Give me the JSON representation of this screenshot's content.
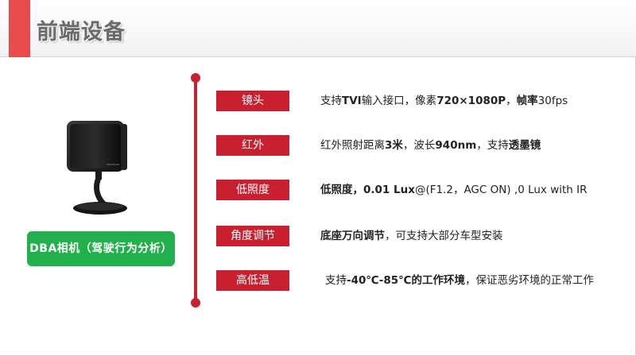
{
  "header": {
    "title": "前端设备"
  },
  "product": {
    "label": "DBA相机（驾驶行为分析）",
    "brand_mark": "HIKVISION"
  },
  "specs": [
    {
      "tag": "镜头",
      "value": [
        {
          "text": "支持",
          "bold": false
        },
        {
          "text": "TVI",
          "bold": true
        },
        {
          "text": "输入接口，像素",
          "bold": false
        },
        {
          "text": "720×1080P",
          "bold": true
        },
        {
          "text": "，",
          "bold": false
        },
        {
          "text": "帧率",
          "bold": true
        },
        {
          "text": "30fps",
          "bold": false
        }
      ]
    },
    {
      "tag": "红外",
      "value": [
        {
          "text": "红外照射距离",
          "bold": false
        },
        {
          "text": "3米",
          "bold": true
        },
        {
          "text": "，波长",
          "bold": false
        },
        {
          "text": "940nm",
          "bold": true
        },
        {
          "text": "，支持",
          "bold": false
        },
        {
          "text": "透墨镜",
          "bold": true
        }
      ]
    },
    {
      "tag": "低照度",
      "value": [
        {
          "text": "低照度，0.01 Lux",
          "bold": true
        },
        {
          "text": "@(F1.2，AGC ON) ,0 Lux with IR",
          "bold": false
        }
      ]
    },
    {
      "tag": "角度调节",
      "value": [
        {
          "text": "底座万向调节",
          "bold": true
        },
        {
          "text": "，可支持大部分车型安装",
          "bold": false
        }
      ]
    },
    {
      "tag": "高低温",
      "value": [
        {
          "text": "支持",
          "bold": false
        },
        {
          "text": "-40℃-85℃的工作环境",
          "bold": true
        },
        {
          "text": "，保证恶劣环境的正常工作",
          "bold": false
        }
      ]
    }
  ],
  "colors": {
    "accent": "#e84b4b",
    "timeline": "#c8202f",
    "label_green": "#22b04c"
  }
}
